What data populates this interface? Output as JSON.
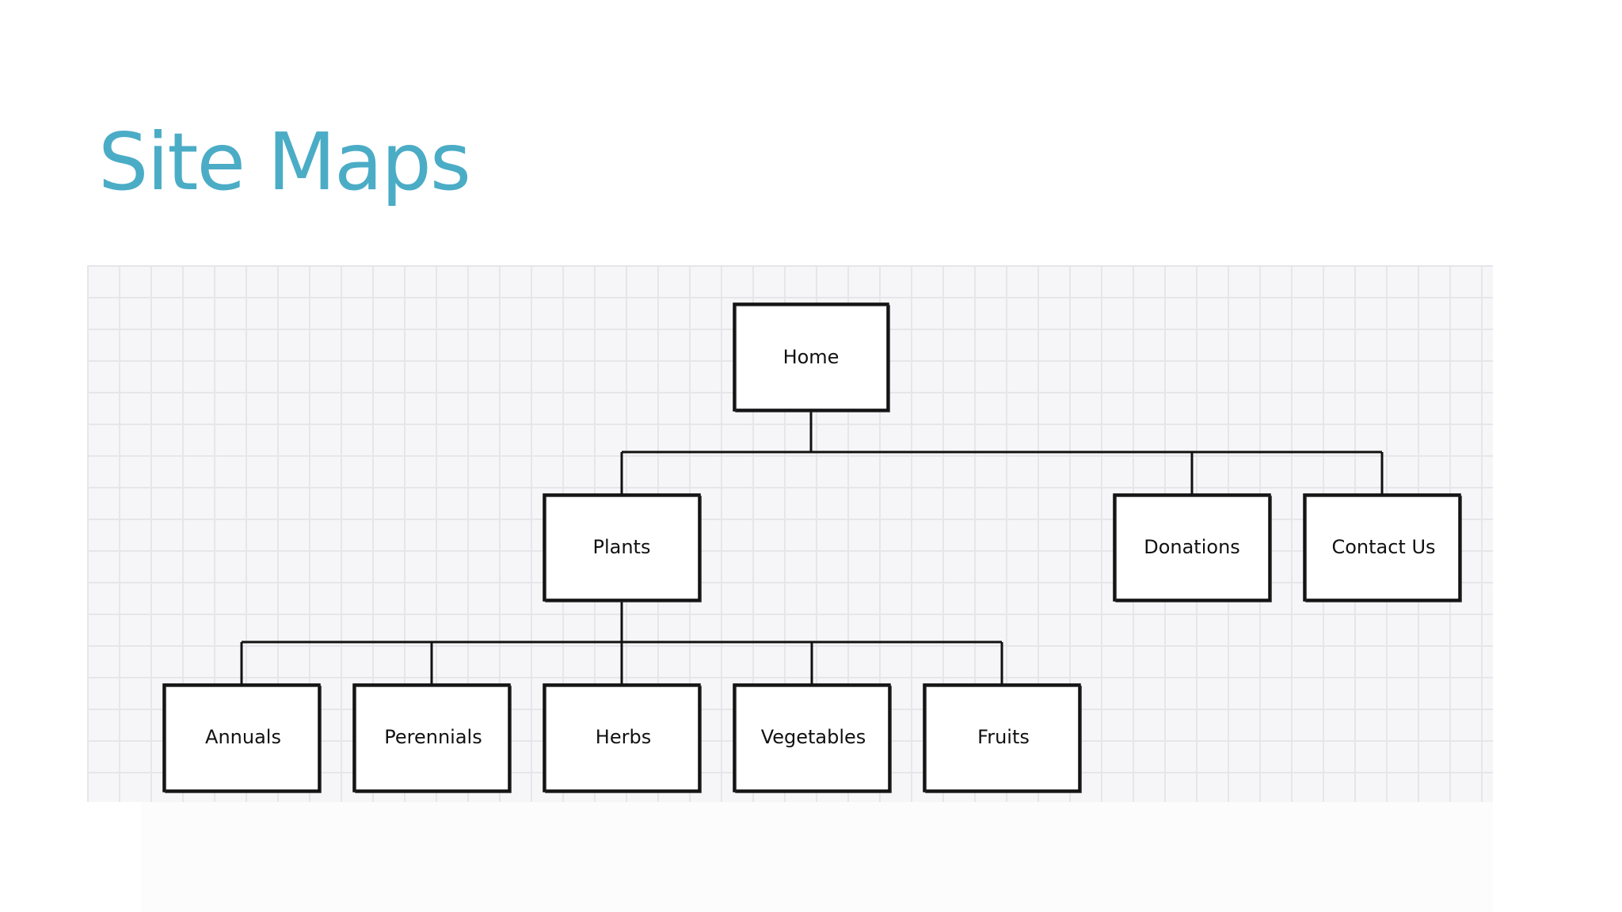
{
  "slide": {
    "title": "Site Maps"
  },
  "site_map": {
    "root": "Home",
    "level1": [
      "Plants",
      "Donations",
      "Contact Us"
    ],
    "plants_children": [
      "Annuals",
      "Perennials",
      "Herbs",
      "Vegetables",
      "Fruits"
    ]
  },
  "colors": {
    "title": "#4bacc6",
    "grid_background": "#f6f6f8",
    "grid_line": "#e6e6ea",
    "box_stroke": "#111111"
  }
}
